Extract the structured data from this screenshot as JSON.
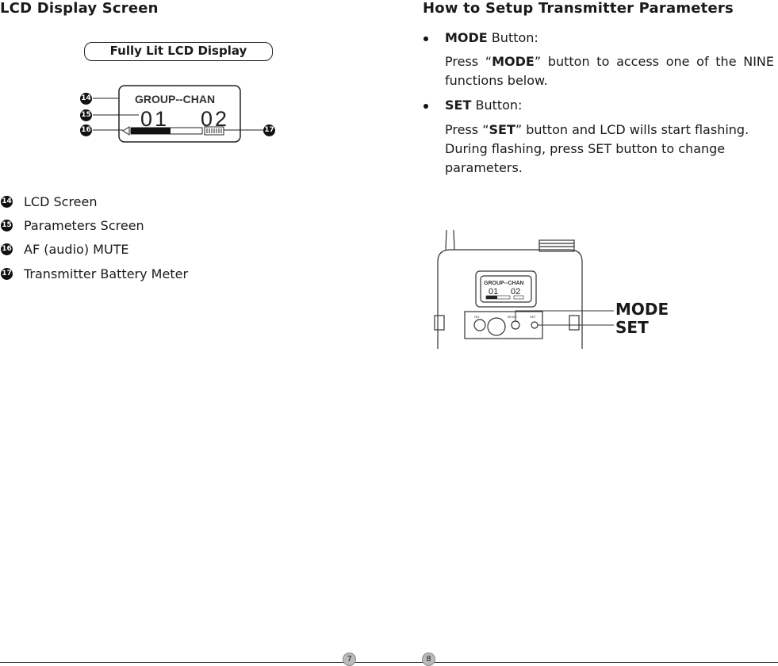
{
  "left": {
    "title": "LCD Display Screen",
    "pill_label": "Fully Lit LCD Display",
    "lcd": {
      "header": "GROUP--CHAN",
      "group": "01",
      "chan": "02"
    },
    "callouts": [
      "14",
      "15",
      "16",
      "17"
    ],
    "legend": [
      {
        "num": "14",
        "label": "LCD Screen"
      },
      {
        "num": "15",
        "label": "Parameters Screen"
      },
      {
        "num": "16",
        "label": "AF (audio) MUTE"
      },
      {
        "num": "17",
        "label": "Transmitter Battery Meter"
      }
    ],
    "page_number": "7"
  },
  "right": {
    "title": "How to Setup Transmitter Parameters",
    "mode_head": "MODE",
    "mode_suffix": " Button:",
    "mode_body_pre": "Press “",
    "mode_body_bold": "MODE",
    "mode_body_post": "” button to access one of the NINE functions below.",
    "set_head": "SET",
    "set_suffix": " Button:",
    "set_body_pre": "Press “",
    "set_body_bold": "SET",
    "set_body_post": "” button and LCD wills start flashing. During flashing, press SET button to change parameters.",
    "device": {
      "lcd_header": "GROUP--CHAN",
      "lcd_group": "01",
      "lcd_chan": "02",
      "btn_on": "ON",
      "btn_mode": "MODE",
      "btn_set": "SET"
    },
    "callout_mode": "MODE",
    "callout_set": "SET",
    "page_number": "8"
  }
}
